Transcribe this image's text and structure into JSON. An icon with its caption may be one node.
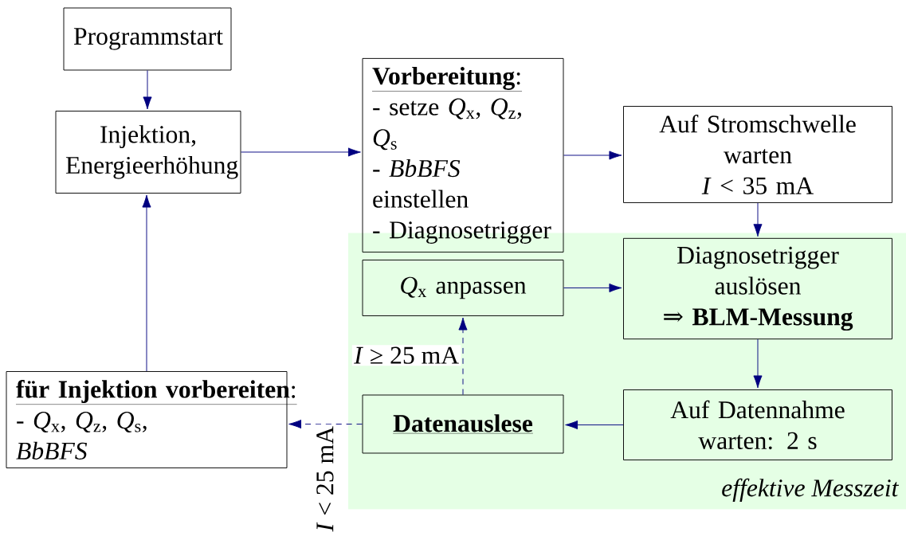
{
  "diagram": {
    "nodes": [
      {
        "text": [
          "Programmstart"
        ]
      },
      {
        "text": [
          "Injektion, Energieerhöhung"
        ]
      },
      {
        "text": [
          "**Vorbereitung**:",
          "- setze *Q*$_{x}$, *Q*$_{z}$, *Q*$_{s}$",
          "- *BbBFS* einstellen",
          "- Diagnosetrigger"
        ]
      },
      {
        "text": [
          "Auf Stromschwelle warten",
          "*I* < 35 mA"
        ]
      },
      {
        "text": [
          "effektive Messzeit"
        ]
      },
      {
        "text": [
          "*Q*$_{x}$ anpassen"
        ],
        "in": 4
      },
      {
        "text": [
          "Diagnosetrigger auslösen",
          "⇒ **BLM-Messung**"
        ],
        "in": 4
      },
      {
        "text": [
          "Auf Datennahme warten: 2 s"
        ],
        "in": 4
      },
      {
        "text": [
          "Datenauslese"
        ],
        "in": 4
      },
      {
        "text": [
          "**für Injektion vorbereiten**:",
          "- *Q*$_{x}$, *Q*$_{z}$, *Q*$_{s}$,",
          "*BbBFS*"
        ]
      }
    ],
    "edges": [
      {
        "from": 0,
        "to": 1,
        "arrow": "to"
      },
      {
        "from": 1,
        "to": 2,
        "arrow": "to"
      },
      {
        "from": 2,
        "to": 3,
        "arrow": "to"
      },
      {
        "from": 3,
        "to": 6,
        "arrow": "to"
      },
      {
        "from": 5,
        "to": 6,
        "arrow": "to"
      },
      {
        "from": 6,
        "to": 7,
        "arrow": "to"
      },
      {
        "from": 7,
        "to": 8,
        "arrow": "to"
      },
      {
        "from": 8,
        "to": 5,
        "arrow": "to",
        "style": "dashed",
        "label": "*I* ≥ 25 mA"
      },
      {
        "from": 8,
        "to": 9,
        "arrow": "to",
        "style": "dashed",
        "label": "*I* < 25 mA"
      },
      {
        "from": 9,
        "to": 1,
        "arrow": "to"
      }
    ]
  }
}
